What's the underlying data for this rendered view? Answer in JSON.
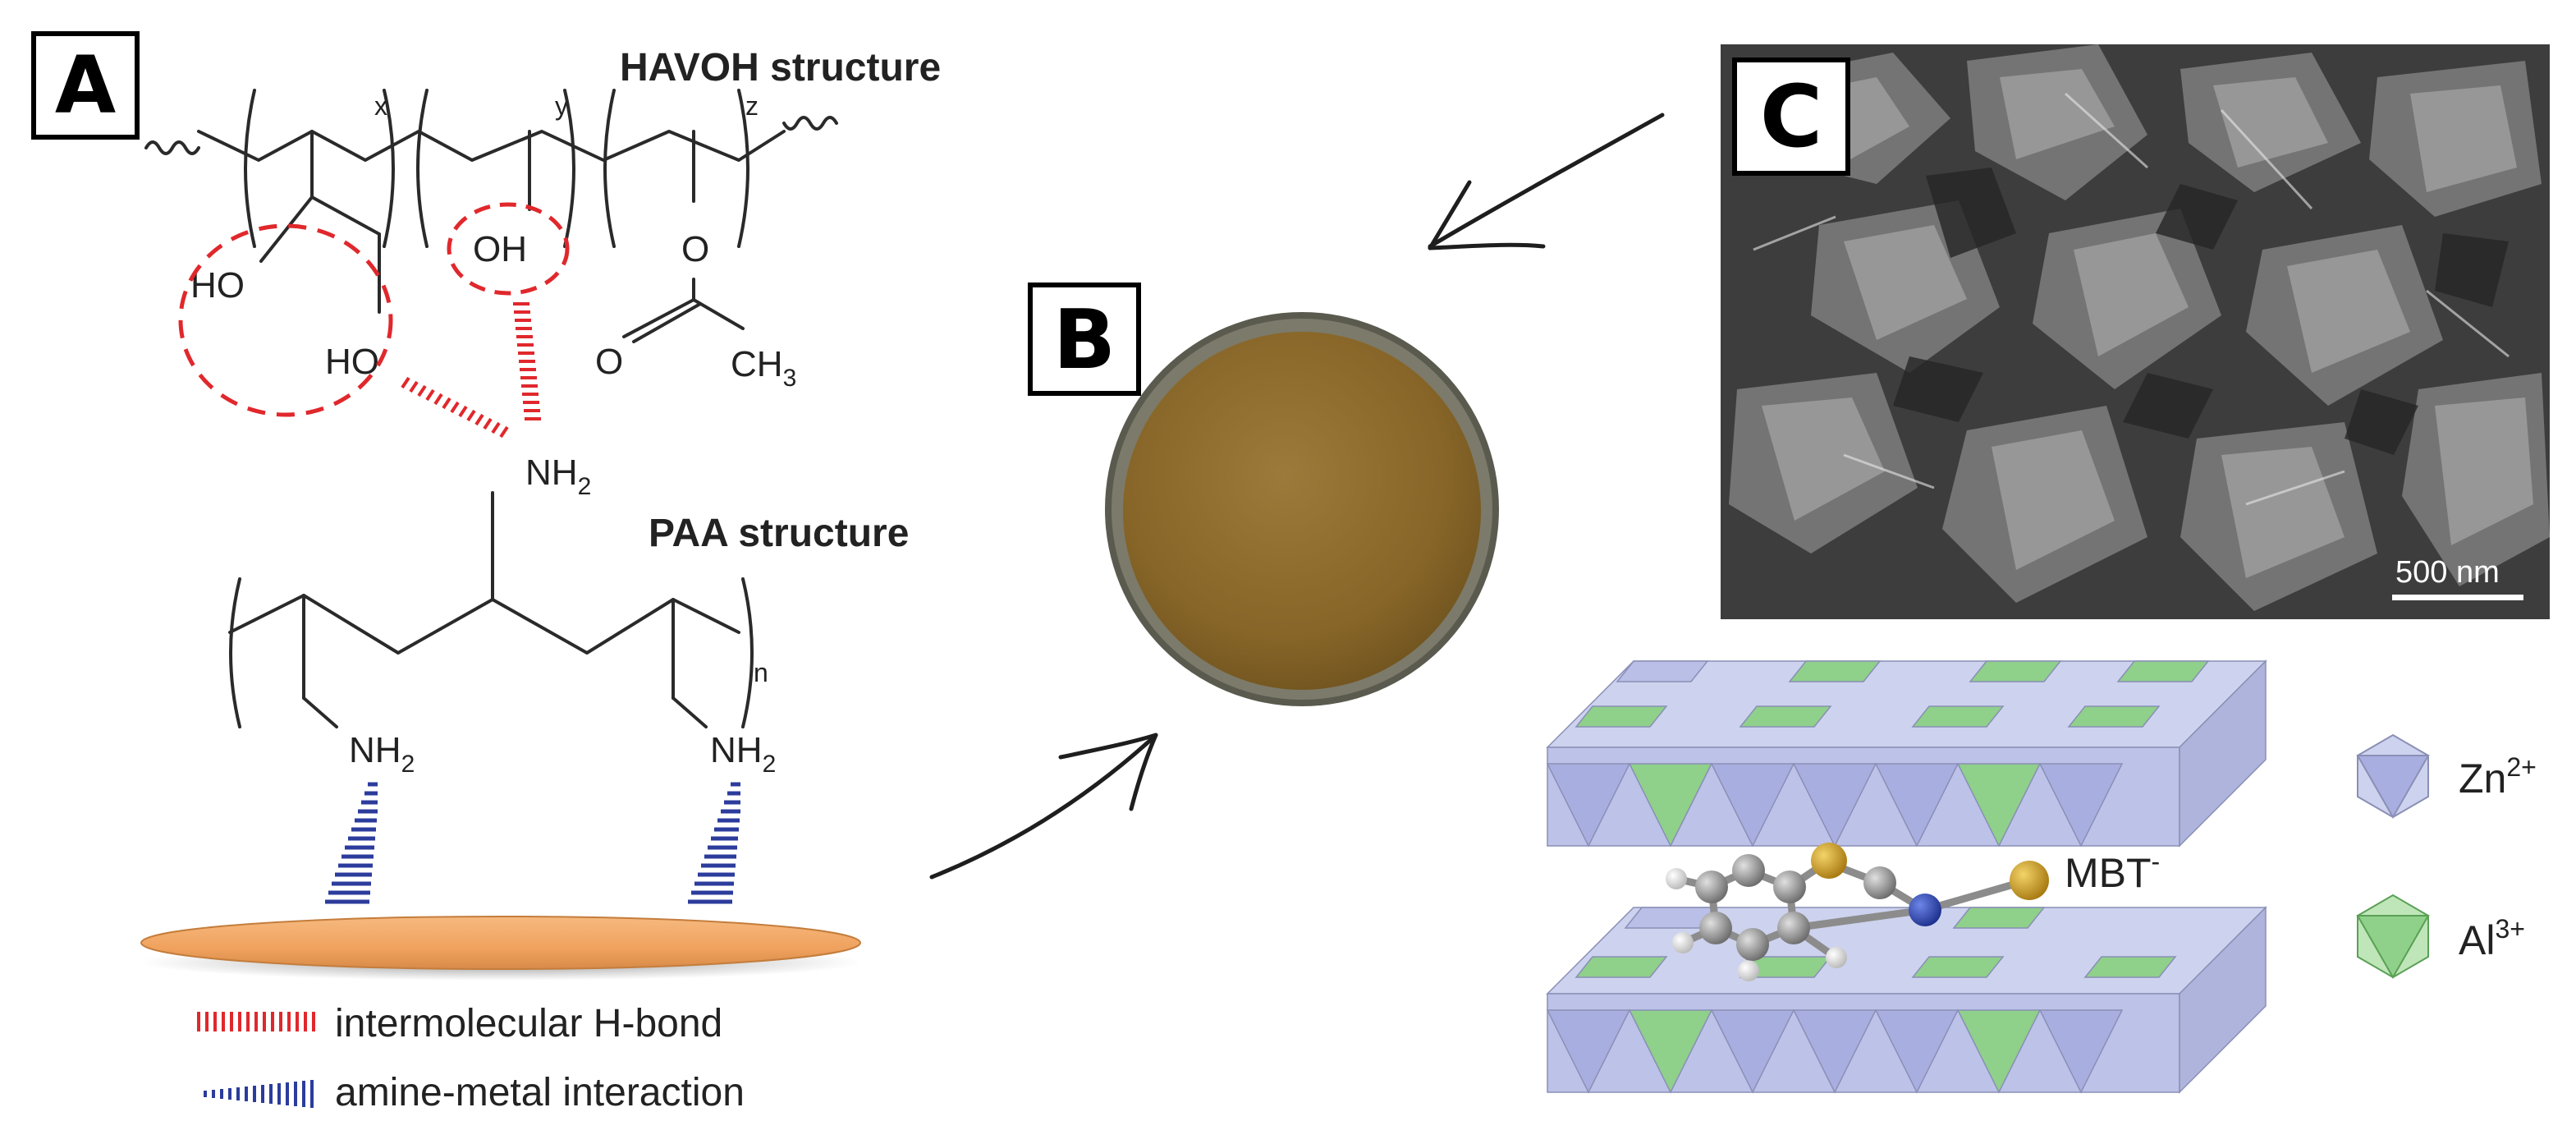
{
  "panels": {
    "a": "A",
    "b": "B",
    "c": "C"
  },
  "havoh": {
    "title": "HAVOH structure",
    "subscripts": {
      "x": "x",
      "y": "y",
      "z": "z"
    },
    "ho_top": "HO",
    "ho_bottom": "HO",
    "oh": "OH",
    "o_ester": "O",
    "o_carbonyl": "O",
    "methyl": "CH",
    "methyl_sub": "3"
  },
  "paa": {
    "title": "PAA structure",
    "nh2_side": "NH",
    "nh2_left": "NH",
    "nh2_right": "NH",
    "sub2": "2",
    "repeat": "n"
  },
  "legend": {
    "hbond": "intermolecular H-bond",
    "amine": "amine-metal interaction"
  },
  "sem": {
    "scale": "500 nm"
  },
  "ldh": {
    "zn": "Zn",
    "zn_sup": "2+",
    "al": "Al",
    "al_sup": "3+",
    "mbt": "MBT",
    "mbt_sup": "-"
  },
  "colors": {
    "hbond": "#e0282c",
    "amine": "#2c3c9c",
    "substrate": "#f2a765",
    "disk": "#8c6a2e",
    "zn_octahedron": "#b9bfe6",
    "al_octahedron": "#8fd08a",
    "sulfur": "#c99a1e",
    "nitrogen": "#2a46b0"
  }
}
